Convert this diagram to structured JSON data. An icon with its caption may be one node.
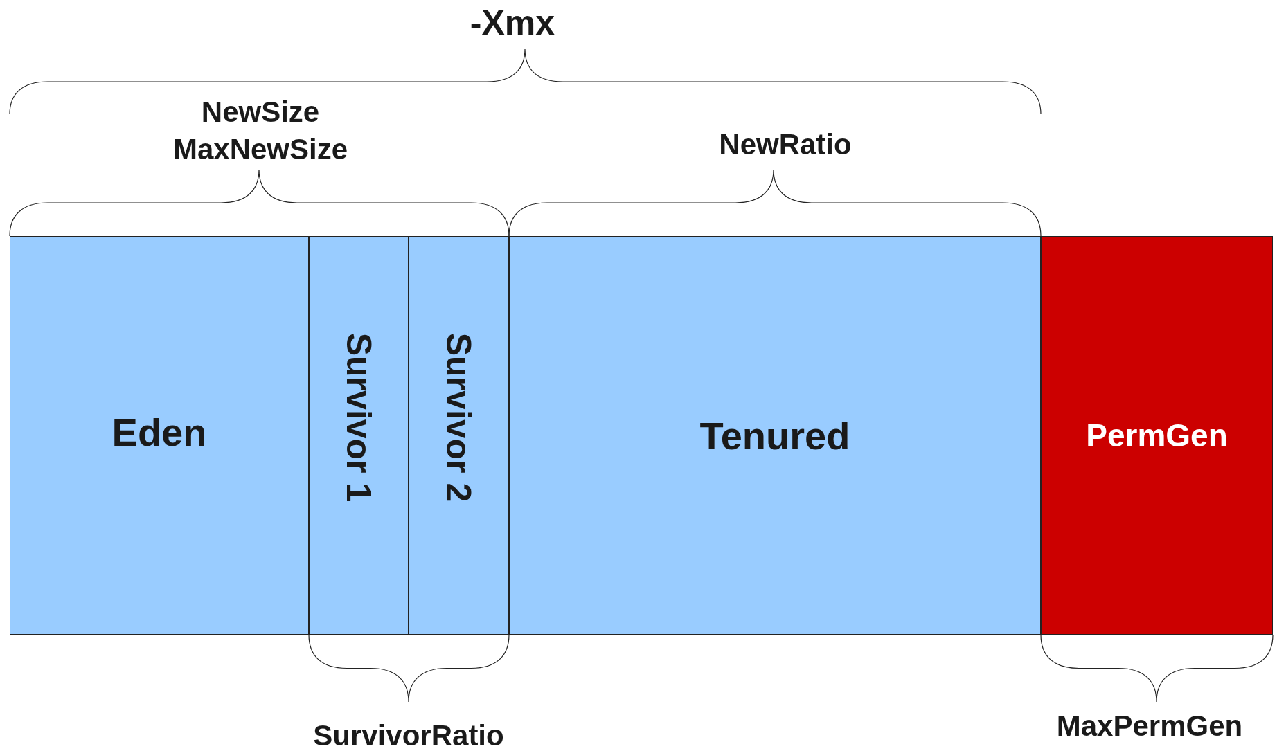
{
  "diagram": {
    "nodes": [
      {
        "text": [
          "Eden"
        ]
      },
      {
        "text": [
          "Survivor 1"
        ]
      },
      {
        "text": [
          "Survivor 2"
        ]
      },
      {
        "text": [
          "Tenured"
        ]
      },
      {
        "text": [
          "PermGen"
        ]
      }
    ],
    "edges": [],
    "labels": [
      "-Xmx",
      "NewSize",
      "MaxNewSize",
      "NewRatio",
      "SurvivorRatio",
      "MaxPermGen"
    ]
  }
}
